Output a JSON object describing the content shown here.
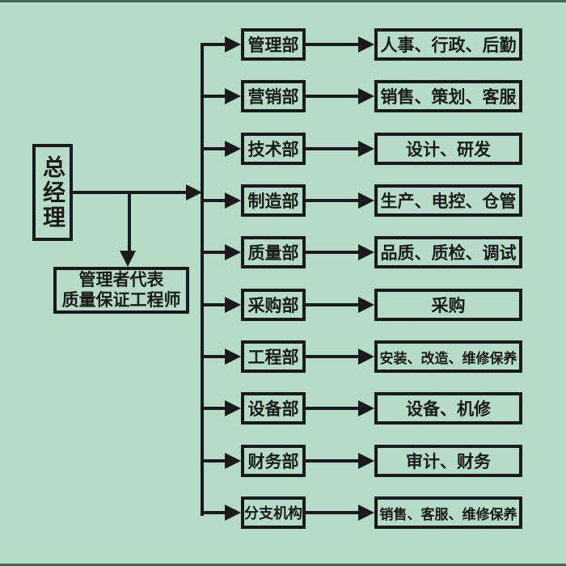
{
  "page": {
    "background_color": "#b5dcc6",
    "line_color": "#1a1a1a",
    "edge_color": "#416a52"
  },
  "root": {
    "label": "总经理"
  },
  "staff": {
    "line1": "管理者代表",
    "line2": "质量保证工程师"
  },
  "rows": [
    {
      "dept": "管理部",
      "desc": "人事、行政、后勤"
    },
    {
      "dept": "营销部",
      "desc": "销售、策划、客服"
    },
    {
      "dept": "技术部",
      "desc": "设计、研发"
    },
    {
      "dept": "制造部",
      "desc": "生产、电控、仓管"
    },
    {
      "dept": "质量部",
      "desc": "品质、质检、调试"
    },
    {
      "dept": "采购部",
      "desc": "采购"
    },
    {
      "dept": "工程部",
      "desc": "安装、改造、维修保养"
    },
    {
      "dept": "设备部",
      "desc": "设备、机修"
    },
    {
      "dept": "财务部",
      "desc": "审计、财务"
    },
    {
      "dept": "分支机构",
      "desc": "销售、客服、维修保养"
    }
  ]
}
